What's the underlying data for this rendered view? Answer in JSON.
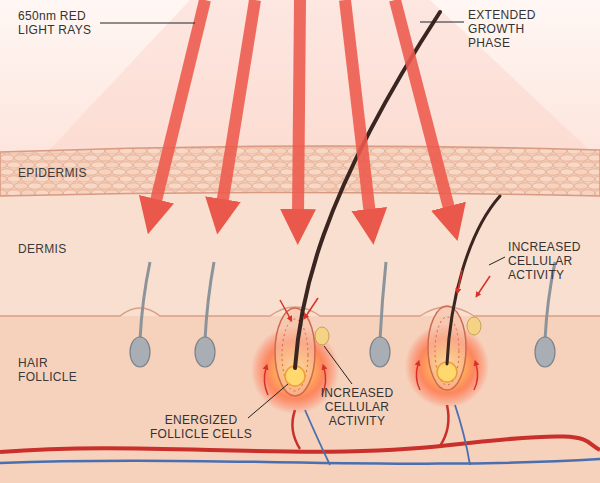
{
  "diagram": {
    "nodes": [
      {
        "text": [
          "EPIDERMIS"
        ]
      },
      {
        "text": [
          "DERMIS"
        ]
      },
      {
        "text": [
          "HAIR FOLLICLE"
        ]
      }
    ],
    "labels": [
      "650nm RED LIGHT RAYS",
      "EXTENDED GROWTH PHASE",
      "INCREASED CELLULAR ACTIVITY",
      "INCREASED CELLULAR ACTIVITY",
      "ENERGIZED FOLLICLE CELLS"
    ]
  }
}
